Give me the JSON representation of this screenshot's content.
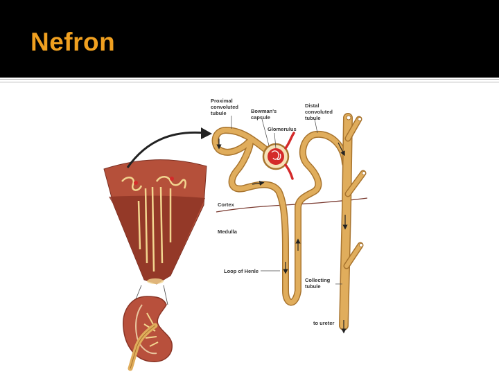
{
  "slide": {
    "title": "Nefron",
    "title_color": "#f0a020",
    "background": "#ffffff",
    "title_bar_color": "#000000"
  },
  "diagram": {
    "labels": {
      "pct_line1": "Proximal",
      "pct_line2": "convoluted",
      "pct_line3": "tubule",
      "bowman_line1": "Bowman's",
      "bowman_line2": "capsule",
      "glomerulus": "Glomerulus",
      "dct_line1": "Distal",
      "dct_line2": "convoluted",
      "dct_line3": "tubule",
      "cortex": "Cortex",
      "medulla": "Medulla",
      "loop": "Loop of Henle",
      "collecting_line1": "Collecting",
      "collecting_line2": "tubule",
      "ureter": "to ureter"
    },
    "colors": {
      "tubule": "#e0ad5c",
      "tubule_dark": "#a8742e",
      "blood": "#d42a2a",
      "tissue_cortex": "#b5503a",
      "tissue_medulla": "#8e3526",
      "boundary_line": "#7a3a30"
    }
  }
}
